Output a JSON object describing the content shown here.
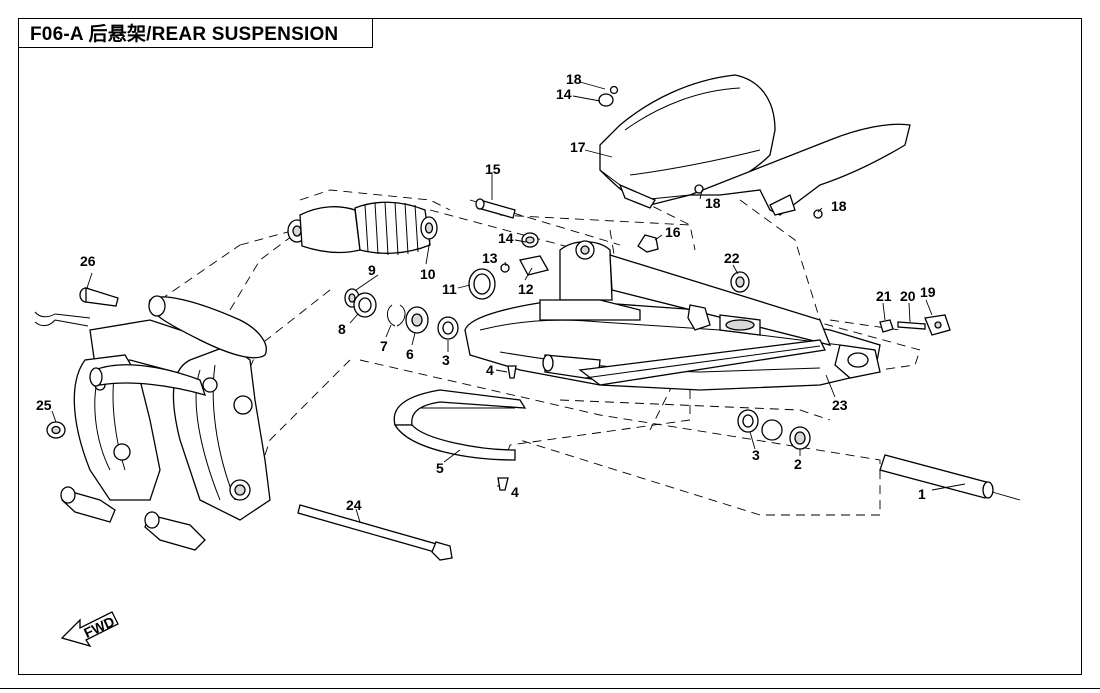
{
  "title": "F06-A  后悬架/REAR SUSPENSION",
  "fwd_label": "FWD",
  "callouts": [
    {
      "id": "c1",
      "text": "1"
    },
    {
      "id": "c2",
      "text": "2"
    },
    {
      "id": "c3a",
      "text": "3"
    },
    {
      "id": "c3b",
      "text": "3"
    },
    {
      "id": "c4a",
      "text": "4"
    },
    {
      "id": "c4b",
      "text": "4"
    },
    {
      "id": "c5",
      "text": "5"
    },
    {
      "id": "c6",
      "text": "6"
    },
    {
      "id": "c7",
      "text": "7"
    },
    {
      "id": "c8",
      "text": "8"
    },
    {
      "id": "c9",
      "text": "9"
    },
    {
      "id": "c10",
      "text": "10"
    },
    {
      "id": "c11",
      "text": "11"
    },
    {
      "id": "c12",
      "text": "12"
    },
    {
      "id": "c13",
      "text": "13"
    },
    {
      "id": "c14a",
      "text": "14"
    },
    {
      "id": "c14b",
      "text": "14"
    },
    {
      "id": "c15",
      "text": "15"
    },
    {
      "id": "c16",
      "text": "16"
    },
    {
      "id": "c17",
      "text": "17"
    },
    {
      "id": "c18a",
      "text": "18"
    },
    {
      "id": "c18b",
      "text": "18"
    },
    {
      "id": "c18c",
      "text": "18"
    },
    {
      "id": "c19",
      "text": "19"
    },
    {
      "id": "c20",
      "text": "20"
    },
    {
      "id": "c21",
      "text": "21"
    },
    {
      "id": "c22",
      "text": "22"
    },
    {
      "id": "c23",
      "text": "23"
    },
    {
      "id": "c24",
      "text": "24"
    },
    {
      "id": "c25",
      "text": "25"
    },
    {
      "id": "c26",
      "text": "26"
    }
  ]
}
